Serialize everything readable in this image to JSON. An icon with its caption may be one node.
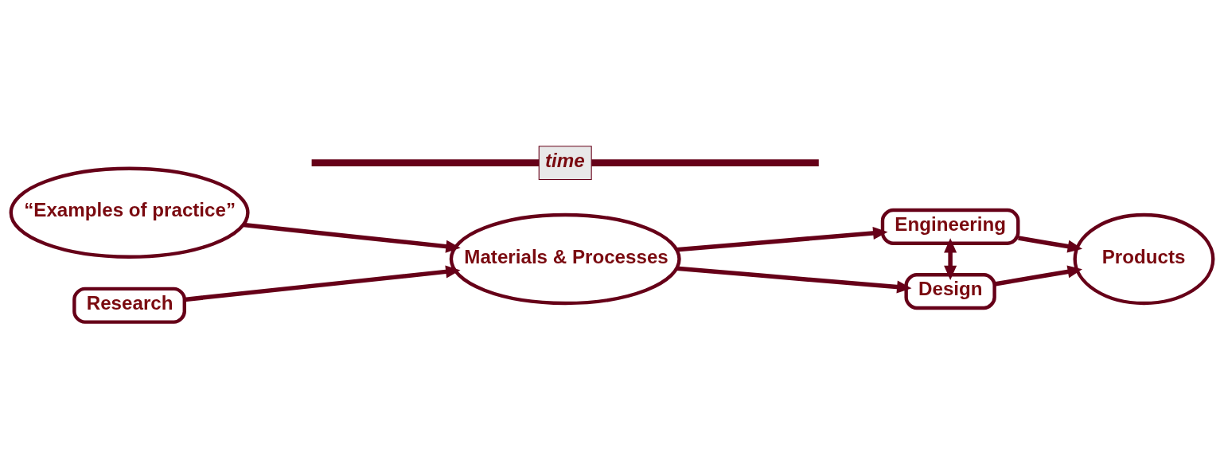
{
  "diagram": {
    "nodes": [
      {
        "text": [
          "“Examples of practice”"
        ]
      },
      {
        "text": [
          "Research"
        ]
      },
      {
        "text": [
          "Materials & Processes"
        ]
      },
      {
        "text": [
          "Engineering"
        ]
      },
      {
        "text": [
          "Design"
        ]
      },
      {
        "text": [
          "Products"
        ]
      },
      {
        "text": [
          "time"
        ]
      }
    ],
    "edges": [
      {
        "from": 0,
        "to": 2,
        "arrow": "to"
      },
      {
        "from": 1,
        "to": 2,
        "arrow": "to"
      },
      {
        "from": 2,
        "to": 3,
        "arrow": "to"
      },
      {
        "from": 2,
        "to": 4,
        "arrow": "to"
      },
      {
        "from": 3,
        "to": 4,
        "arrow": "both"
      },
      {
        "from": 3,
        "to": 5,
        "arrow": "to"
      },
      {
        "from": 4,
        "to": 5,
        "arrow": "to"
      }
    ]
  }
}
